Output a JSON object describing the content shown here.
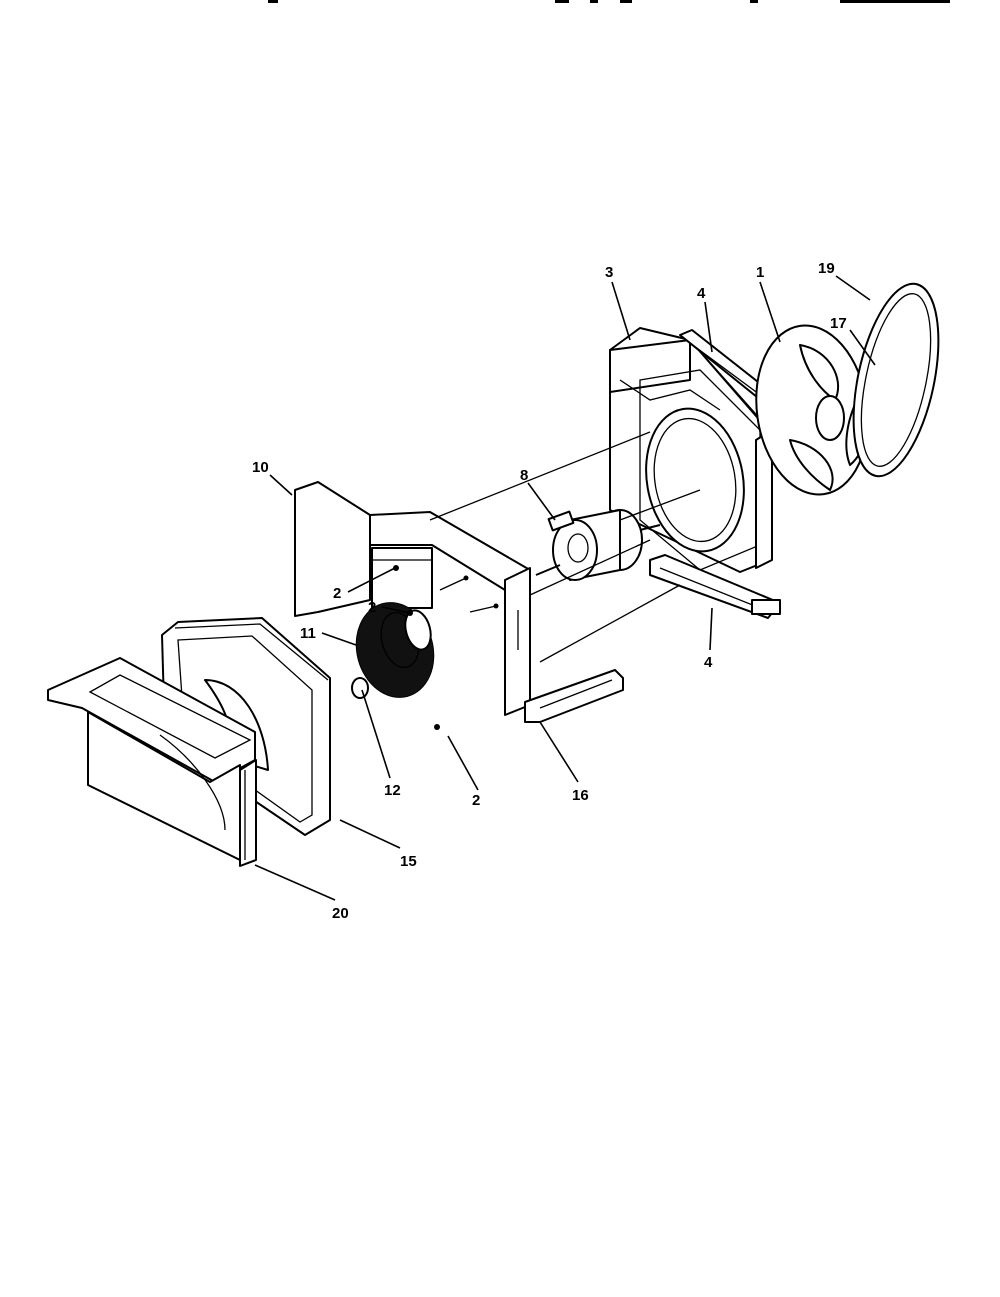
{
  "callouts": {
    "c1": "1",
    "c2a": "2",
    "c2b": "2",
    "c2c": "2",
    "c3": "3",
    "c4a": "4",
    "c4b": "4",
    "c8": "8",
    "c10": "10",
    "c11": "11",
    "c12": "12",
    "c15": "15",
    "c16": "16",
    "c17": "17",
    "c19": "19",
    "c20": "20"
  }
}
